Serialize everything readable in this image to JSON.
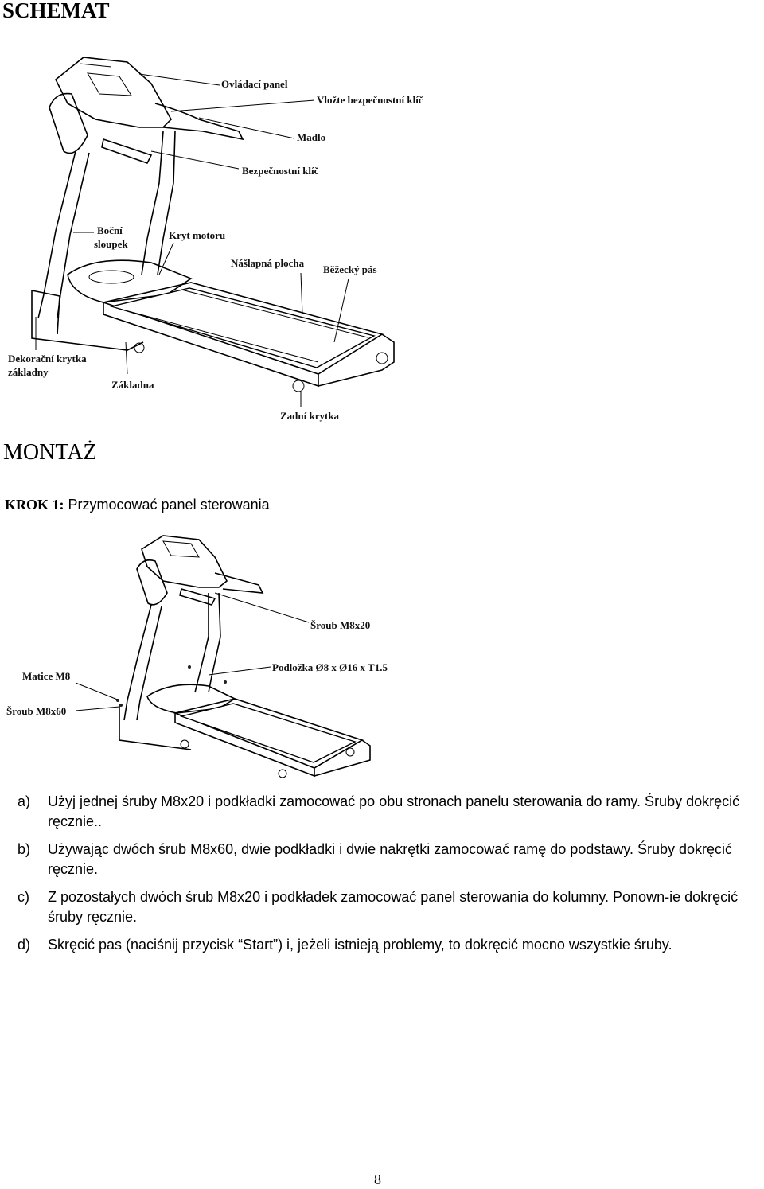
{
  "schemat": {
    "heading": "SCHEMAT"
  },
  "figure1": {
    "labels": {
      "ovladaci_panel": "Ovládací panel",
      "vlozte_klic": "Vložte bezpečnostní klíč",
      "madlo": "Madlo",
      "bezpecnostni_klic": "Bezpečnostní klíč",
      "bocni_line1": "Boční",
      "bocni_line2": "sloupek",
      "kryt_motoru": "Kryt motoru",
      "naslapna_plocha": "Nášlapná plocha",
      "bezecky_pas": "Běžecký pás",
      "dekoracni_line1": "Dekorační krytka",
      "dekoracni_line2": "základny",
      "zakladna": "Základna",
      "zadni_krytka": "Zadní krytka"
    }
  },
  "montaz": {
    "heading": "MONTAŻ",
    "step_label": "KROK 1:",
    "step_text": " Przymocować panel sterowania"
  },
  "figure2": {
    "labels": {
      "sroub_m8x20": "Šroub M8x20",
      "podlozka": "Podložka Ø8 x Ø16 x T1.5",
      "matice_m8": "Matice M8",
      "sroub_m8x60": "Šroub M8x60"
    }
  },
  "instructions": [
    {
      "marker": "a)",
      "text": "Użyj jednej śruby M8x20 i podkładki zamocować po obu stronach panelu sterowania do ramy. Śruby dokręcić ręcznie.."
    },
    {
      "marker": "b)",
      "text": "Używając dwóch śrub M8x60, dwie podkładki i dwie nakrętki zamocować ramę do podstawy. Śruby dokręcić ręcznie."
    },
    {
      "marker": "c)",
      "text": "Z pozostałych dwóch śrub M8x20 i podkładek zamocować panel sterowania do kolumny. Ponown-ie dokręcić śruby ręcznie."
    },
    {
      "marker": "d)",
      "text": "Skręcić pas (naciśnij przycisk “Start”) i, jeżeli istnieją problemy, to dokręcić mocno wszystkie śruby."
    }
  ],
  "page_number": "8"
}
